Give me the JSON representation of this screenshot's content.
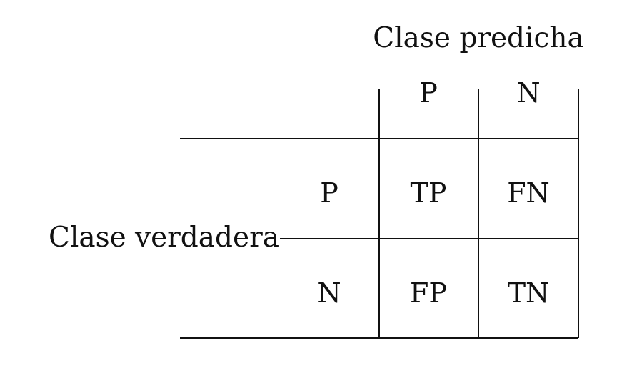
{
  "predicted_axis": {
    "title": "Clase predicha",
    "columns": [
      "P",
      "N"
    ]
  },
  "actual_axis": {
    "title": "Clase verdadera",
    "rows": [
      "P",
      "N"
    ]
  },
  "cells": [
    [
      "TP",
      "FN"
    ],
    [
      "FP",
      "TN"
    ]
  ],
  "colors": {
    "ink": "#111111",
    "background": "#ffffff"
  }
}
